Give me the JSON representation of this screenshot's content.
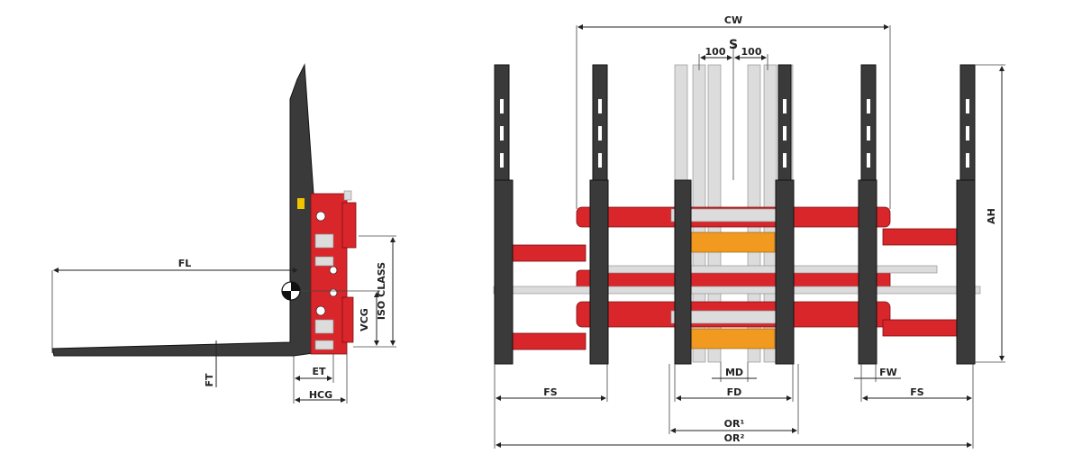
{
  "colors": {
    "frame_red": "#d9262b",
    "fork_dark": "#3a3a3a",
    "slide_orange": "#f29a1f",
    "pale_fork": "#dcdcdc",
    "dimension_line": "#222222"
  },
  "side_view": {
    "labels": {
      "fl": "FL",
      "ft": "FT",
      "et": "ET",
      "hcg": "HCG",
      "vcg": "VCG",
      "iso_class": "ISO CLASS"
    }
  },
  "front_view": {
    "labels": {
      "cw": "CW",
      "s": "S",
      "s_left": "100",
      "s_right": "100",
      "ah": "AH",
      "md": "MD",
      "fw": "FW",
      "fs_left": "FS",
      "fd": "FD",
      "fs_right": "FS",
      "or1": "OR¹",
      "or2": "OR²"
    }
  }
}
